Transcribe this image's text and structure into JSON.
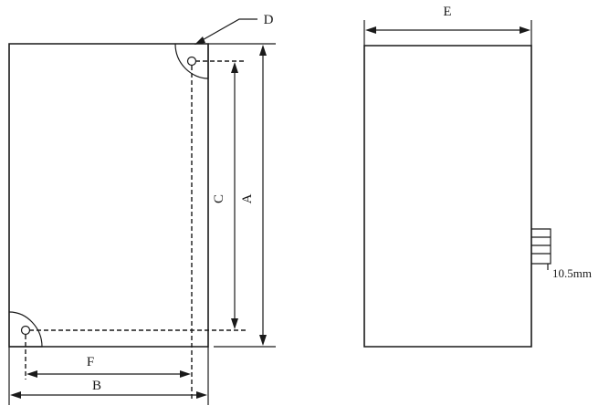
{
  "labels": {
    "a": "A",
    "b": "B",
    "c": "C",
    "d": "D",
    "e": "E",
    "f": "F",
    "terminal_pitch": "10.5mm"
  },
  "colors": {
    "line": "#1a1a1a",
    "background": "#ffffff"
  }
}
